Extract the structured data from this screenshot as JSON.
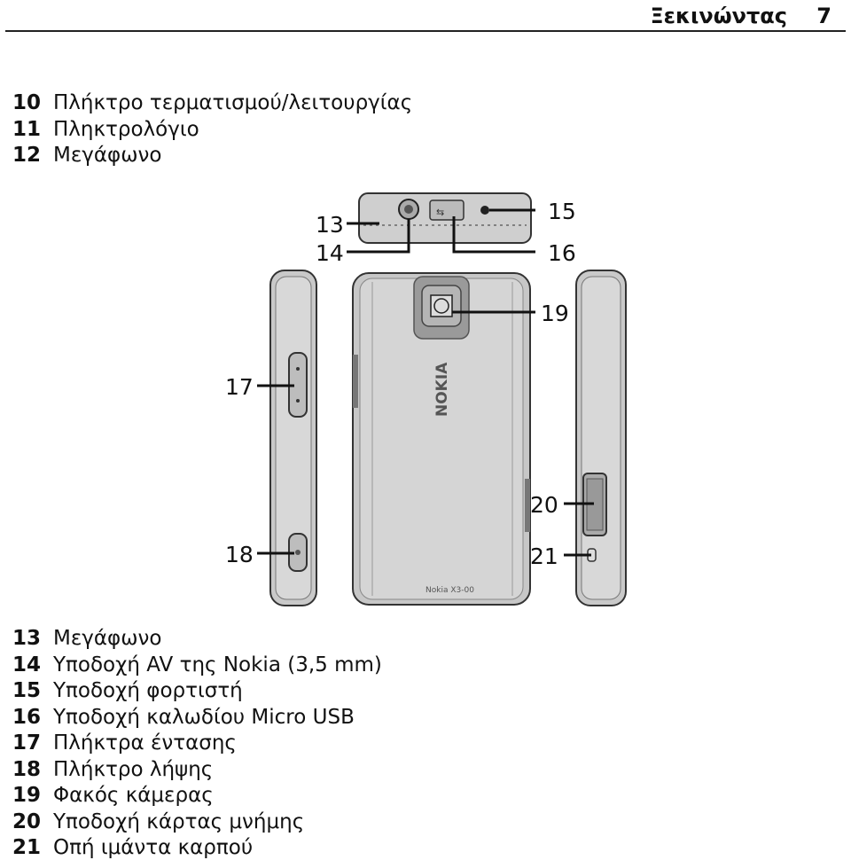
{
  "header": {
    "title": "Ξεκινώντας",
    "page": "7"
  },
  "top_list": [
    {
      "num": "10",
      "text": "Πλήκτρο τερματισμού/λειτουργίας"
    },
    {
      "num": "11",
      "text": "Πληκτρολόγιο"
    },
    {
      "num": "12",
      "text": "Μεγάφωνο"
    }
  ],
  "figure": {
    "callouts": [
      "13",
      "14",
      "15",
      "16",
      "17",
      "18",
      "19",
      "20",
      "21"
    ],
    "brand": "NOKIA",
    "model": "Nokia X3-00"
  },
  "bottom_list": [
    {
      "num": "13",
      "text": "Μεγάφωνο"
    },
    {
      "num": "14",
      "text": "Υποδοχή AV της Nokia (3,5 mm)"
    },
    {
      "num": "15",
      "text": "Υποδοχή φορτιστή"
    },
    {
      "num": "16",
      "text": "Υποδοχή καλωδίου Micro USB"
    },
    {
      "num": "17",
      "text": "Πλήκτρα έντασης"
    },
    {
      "num": "18",
      "text": "Πλήκτρο λήψης"
    },
    {
      "num": "19",
      "text": "Φακός κάμερας"
    },
    {
      "num": "20",
      "text": "Υποδοχή κάρτας μνήμης"
    },
    {
      "num": "21",
      "text": "Οπή ιμάντα καρπού"
    }
  ]
}
